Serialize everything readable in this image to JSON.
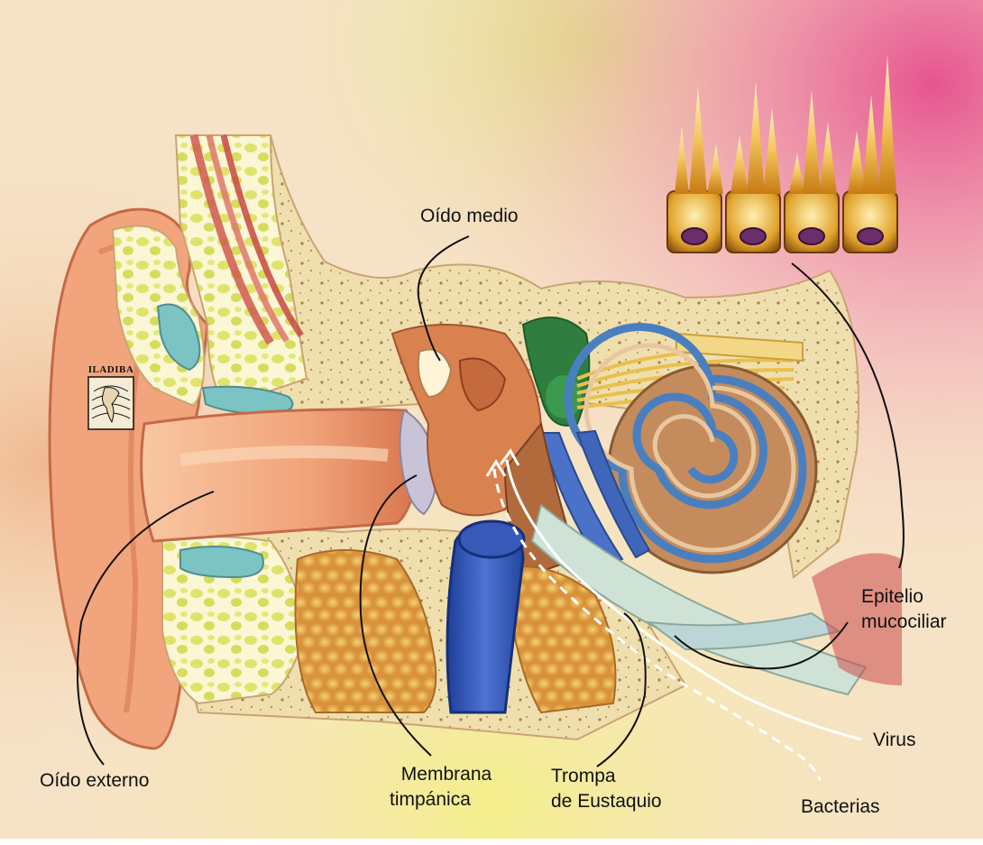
{
  "labels": {
    "oido_medio": "Oído medio",
    "epitelio_line1": "Epitelio",
    "epitelio_line2": "mucociliar",
    "oido_externo": "Oído externo",
    "membrana_line1": "Membrana",
    "membrana_line2": "timpánica",
    "trompa_line1": "Trompa",
    "trompa_line2": "de Eustaquio",
    "virus": "Virus",
    "bacterias": "Bacterias"
  },
  "logo": {
    "text": "ILADIBA"
  },
  "colors": {
    "bone": "#f1dfae",
    "ear_skin": "#f0a27c",
    "cochlea": "#c48c5c",
    "cochlea_duct": "#4a7fbf",
    "nerve": "#3a8a4a",
    "vessel": "#2f55b5",
    "gland": "#e8a64a",
    "virus_path": "#ffffff",
    "bacteria_path": "#ffffff"
  }
}
